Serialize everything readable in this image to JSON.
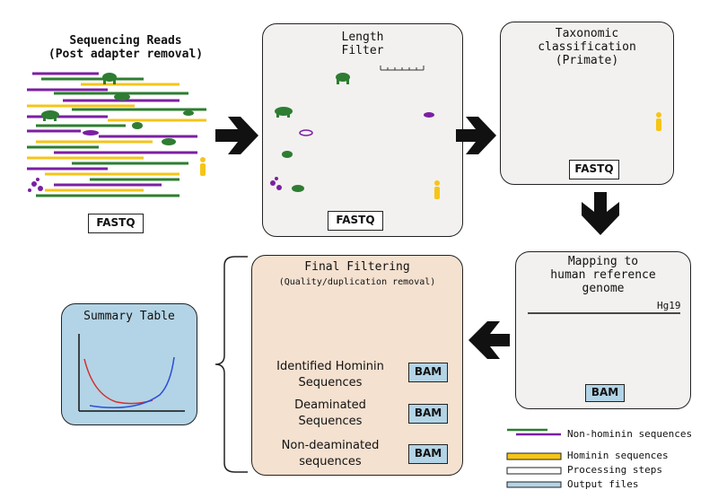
{
  "colors": {
    "green": "#2e7d32",
    "purple": "#7b1fa2",
    "yellow": "#f5c518",
    "box_fill": "#f2f1ef",
    "final_fill": "#f4e1d0",
    "bam_fill": "#b3d4e6",
    "table_fill": "#b3d4e6"
  },
  "stages": {
    "reads": {
      "title": "Sequencing Reads\n(Post adapter removal)",
      "tag": "FASTQ"
    },
    "length": {
      "title": "Length\nFilter",
      "tag": "FASTQ"
    },
    "taxonomic": {
      "title": "Taxonomic\nclassification\n(Primate)",
      "tag": "FASTQ"
    },
    "mapping": {
      "title": "Mapping to\nhuman reference\ngenome",
      "ref_label": "Hg19",
      "tag": "BAM"
    },
    "final": {
      "title": "Final Filtering",
      "subtitle": "(Quality/duplication removal)",
      "outputs": [
        {
          "label": "Identified Hominin\nSequences",
          "tag": "BAM"
        },
        {
          "label": "Deaminated\nSequences",
          "tag": "BAM"
        },
        {
          "label": "Non-deaminated\nsequences",
          "tag": "BAM"
        }
      ]
    },
    "summary": {
      "title": "Summary Table"
    }
  },
  "legend": [
    {
      "label": "Non-hominin sequences",
      "icon": "green-purple-lines"
    },
    {
      "label": "Hominin sequences",
      "icon": "yellow-bar"
    },
    {
      "label": "Processing steps",
      "icon": "white-bar"
    },
    {
      "label": "Output files",
      "icon": "blue-bar"
    }
  ]
}
